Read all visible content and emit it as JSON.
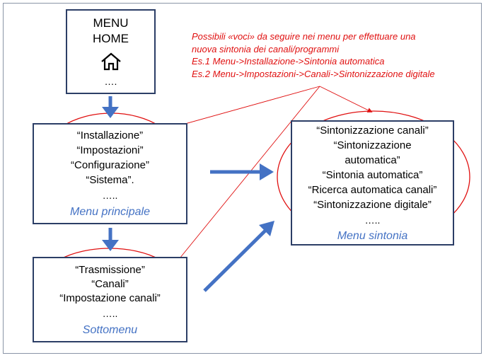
{
  "home_box": {
    "title": "MENU",
    "subtitle": "HOME",
    "icon": "house-icon",
    "ellipsis": "…."
  },
  "main_menu": {
    "items": [
      "“Installazione”",
      "“Impostazioni”",
      "“Configurazione”",
      "“Sistema”."
    ],
    "ellipsis": "…..",
    "caption": "Menu principale"
  },
  "submenu": {
    "items": [
      "“Trasmissione”",
      "“Canali”",
      "“Impostazione canali”"
    ],
    "ellipsis": "…..",
    "caption": "Sottomenu"
  },
  "tuning_menu": {
    "items": [
      "“Sintonizzazione canali”",
      "“Sintonizzazione",
      "automatica”",
      "“Sintonia automatica”",
      "“Ricerca automatica canali”",
      "“Sintonizzazione digitale”"
    ],
    "ellipsis": "…..",
    "caption": "Menu sintonia"
  },
  "note": {
    "lines": [
      "Possibili «voci» da seguire nei menu per effettuare una",
      "nuova sintonia dei canali/programmi",
      "Es.1 Menu->Installazione->Sintonia automatica",
      "Es.2 Menu->Impostazioni->Canali->Sintonizzazione digitale"
    ]
  },
  "colors": {
    "box_border": "#2c3e66",
    "arrow_blue": "#4472c4",
    "annotation_red": "#e01010",
    "caption_blue": "#4472c4"
  }
}
